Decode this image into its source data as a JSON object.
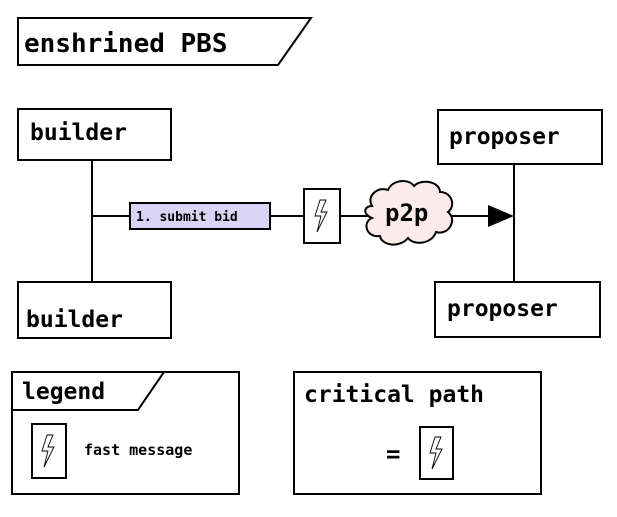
{
  "title": "enshrined PBS",
  "builders": [
    "builder",
    "builder"
  ],
  "proposers": [
    "proposer",
    "proposer"
  ],
  "bid_label": "1. submit bid",
  "p2p_label": "p2p",
  "legend": {
    "title": "legend",
    "fast_message_label": "fast message"
  },
  "critical_path": {
    "title": "critical path",
    "equals": "="
  },
  "colors": {
    "bid_fill": "#d9d3f5",
    "cloud_fill": "#fdebeb",
    "stroke": "#000000"
  }
}
